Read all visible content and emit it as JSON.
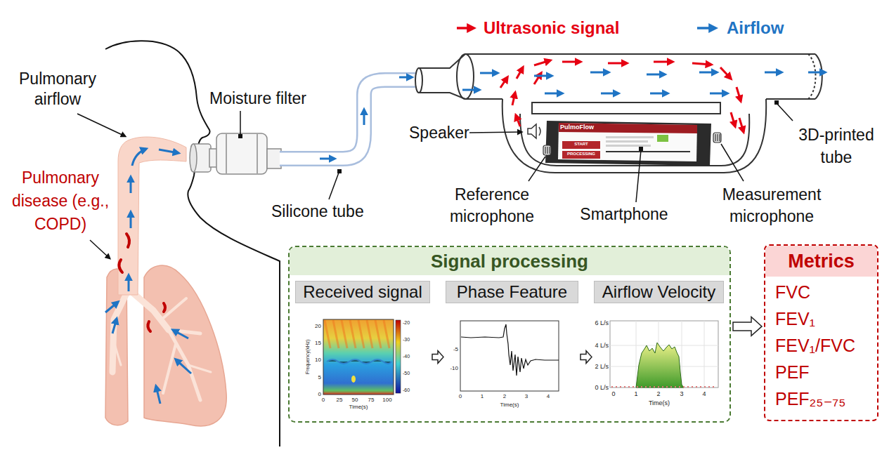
{
  "diagram": {
    "nodes": [
      {
        "text": [
          "Signal processing"
        ]
      },
      {
        "text": [
          "Received signal"
        ],
        "in": 0
      },
      {
        "text": [
          "Phase Feature"
        ],
        "in": 0
      },
      {
        "text": [
          "Airflow Velocity"
        ],
        "in": 0
      },
      {
        "text": [
          "Metrics",
          "FVC",
          "FEV₁",
          "FEV₁/FVC",
          "PEF",
          "PEF₂₅₋₇₅"
        ]
      }
    ],
    "edges": [
      {
        "from": 1,
        "to": 2,
        "arrow": "to"
      },
      {
        "from": 2,
        "to": 3,
        "arrow": "to"
      },
      {
        "from": 0,
        "to": 4,
        "arrow": "to"
      }
    ],
    "labels": [
      "Pulmonary airflow",
      "Pulmonary disease (e.g., COPD)",
      "Moisture filter",
      "Silicone tube",
      "Speaker",
      "Reference microphone",
      "Smartphone",
      "Measurement microphone",
      "3D-printed tube",
      "PulmoFlow",
      "START",
      "PROCESSING",
      "Frequency(kHz)",
      "20",
      "15",
      "10",
      "5",
      "0",
      "0",
      "25",
      "50",
      "75",
      "100",
      "Time(s)",
      "-20",
      "-30",
      "-40",
      "-50",
      "-60",
      "-5",
      "-10",
      "0",
      "1",
      "2",
      "3",
      "4",
      "Time(s)",
      "6 L/s",
      "4 L/s",
      "2 L/s",
      "0 L/s",
      "0",
      "1",
      "2",
      "3",
      "4",
      "Time(s)"
    ],
    "legend": [
      {
        "text": "Ultrasonic signal"
      },
      {
        "text": "Airflow"
      }
    ]
  }
}
